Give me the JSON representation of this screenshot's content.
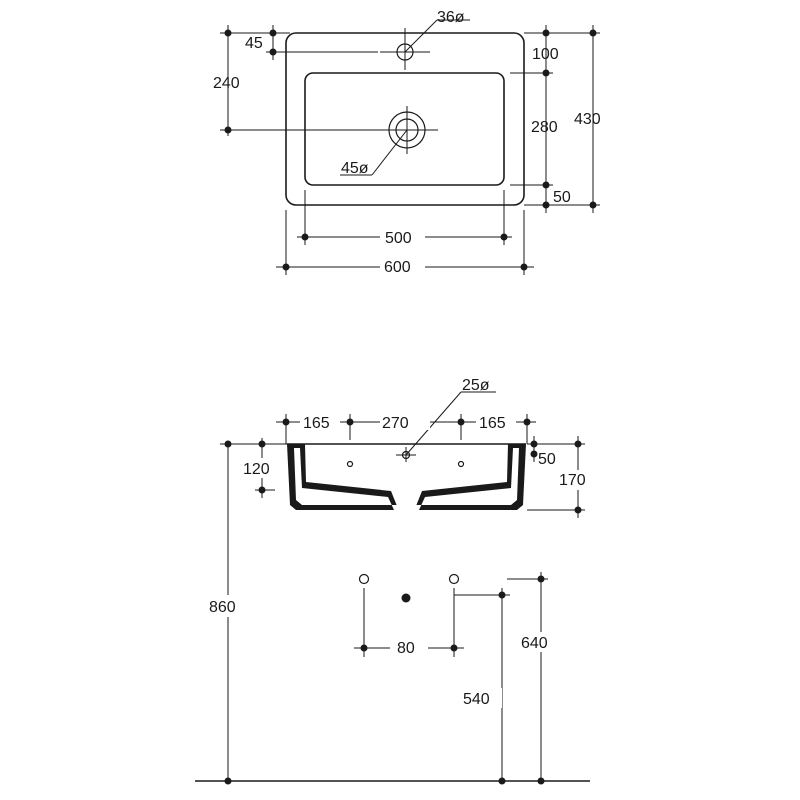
{
  "top_view": {
    "labels": {
      "tap_hole_diameter": "36ø",
      "tap_offset": "45",
      "drain_position": "240",
      "rim_back": "100",
      "bowl_depth": "280",
      "overall_depth": "430",
      "rim_front": "50",
      "drain_diameter": "45ø",
      "bowl_width": "500",
      "overall_width": "600"
    }
  },
  "front_view": {
    "labels": {
      "waste_diameter": "25ø",
      "left_spacing": "165",
      "center_spacing": "270",
      "right_spacing": "165",
      "rim_thickness": "50",
      "overall_height": "170",
      "bowl_height": "120",
      "mounting_height": "860"
    }
  },
  "wall_view": {
    "labels": {
      "hole_spacing": "80",
      "upper_height": "640",
      "lower_height": "540"
    }
  }
}
